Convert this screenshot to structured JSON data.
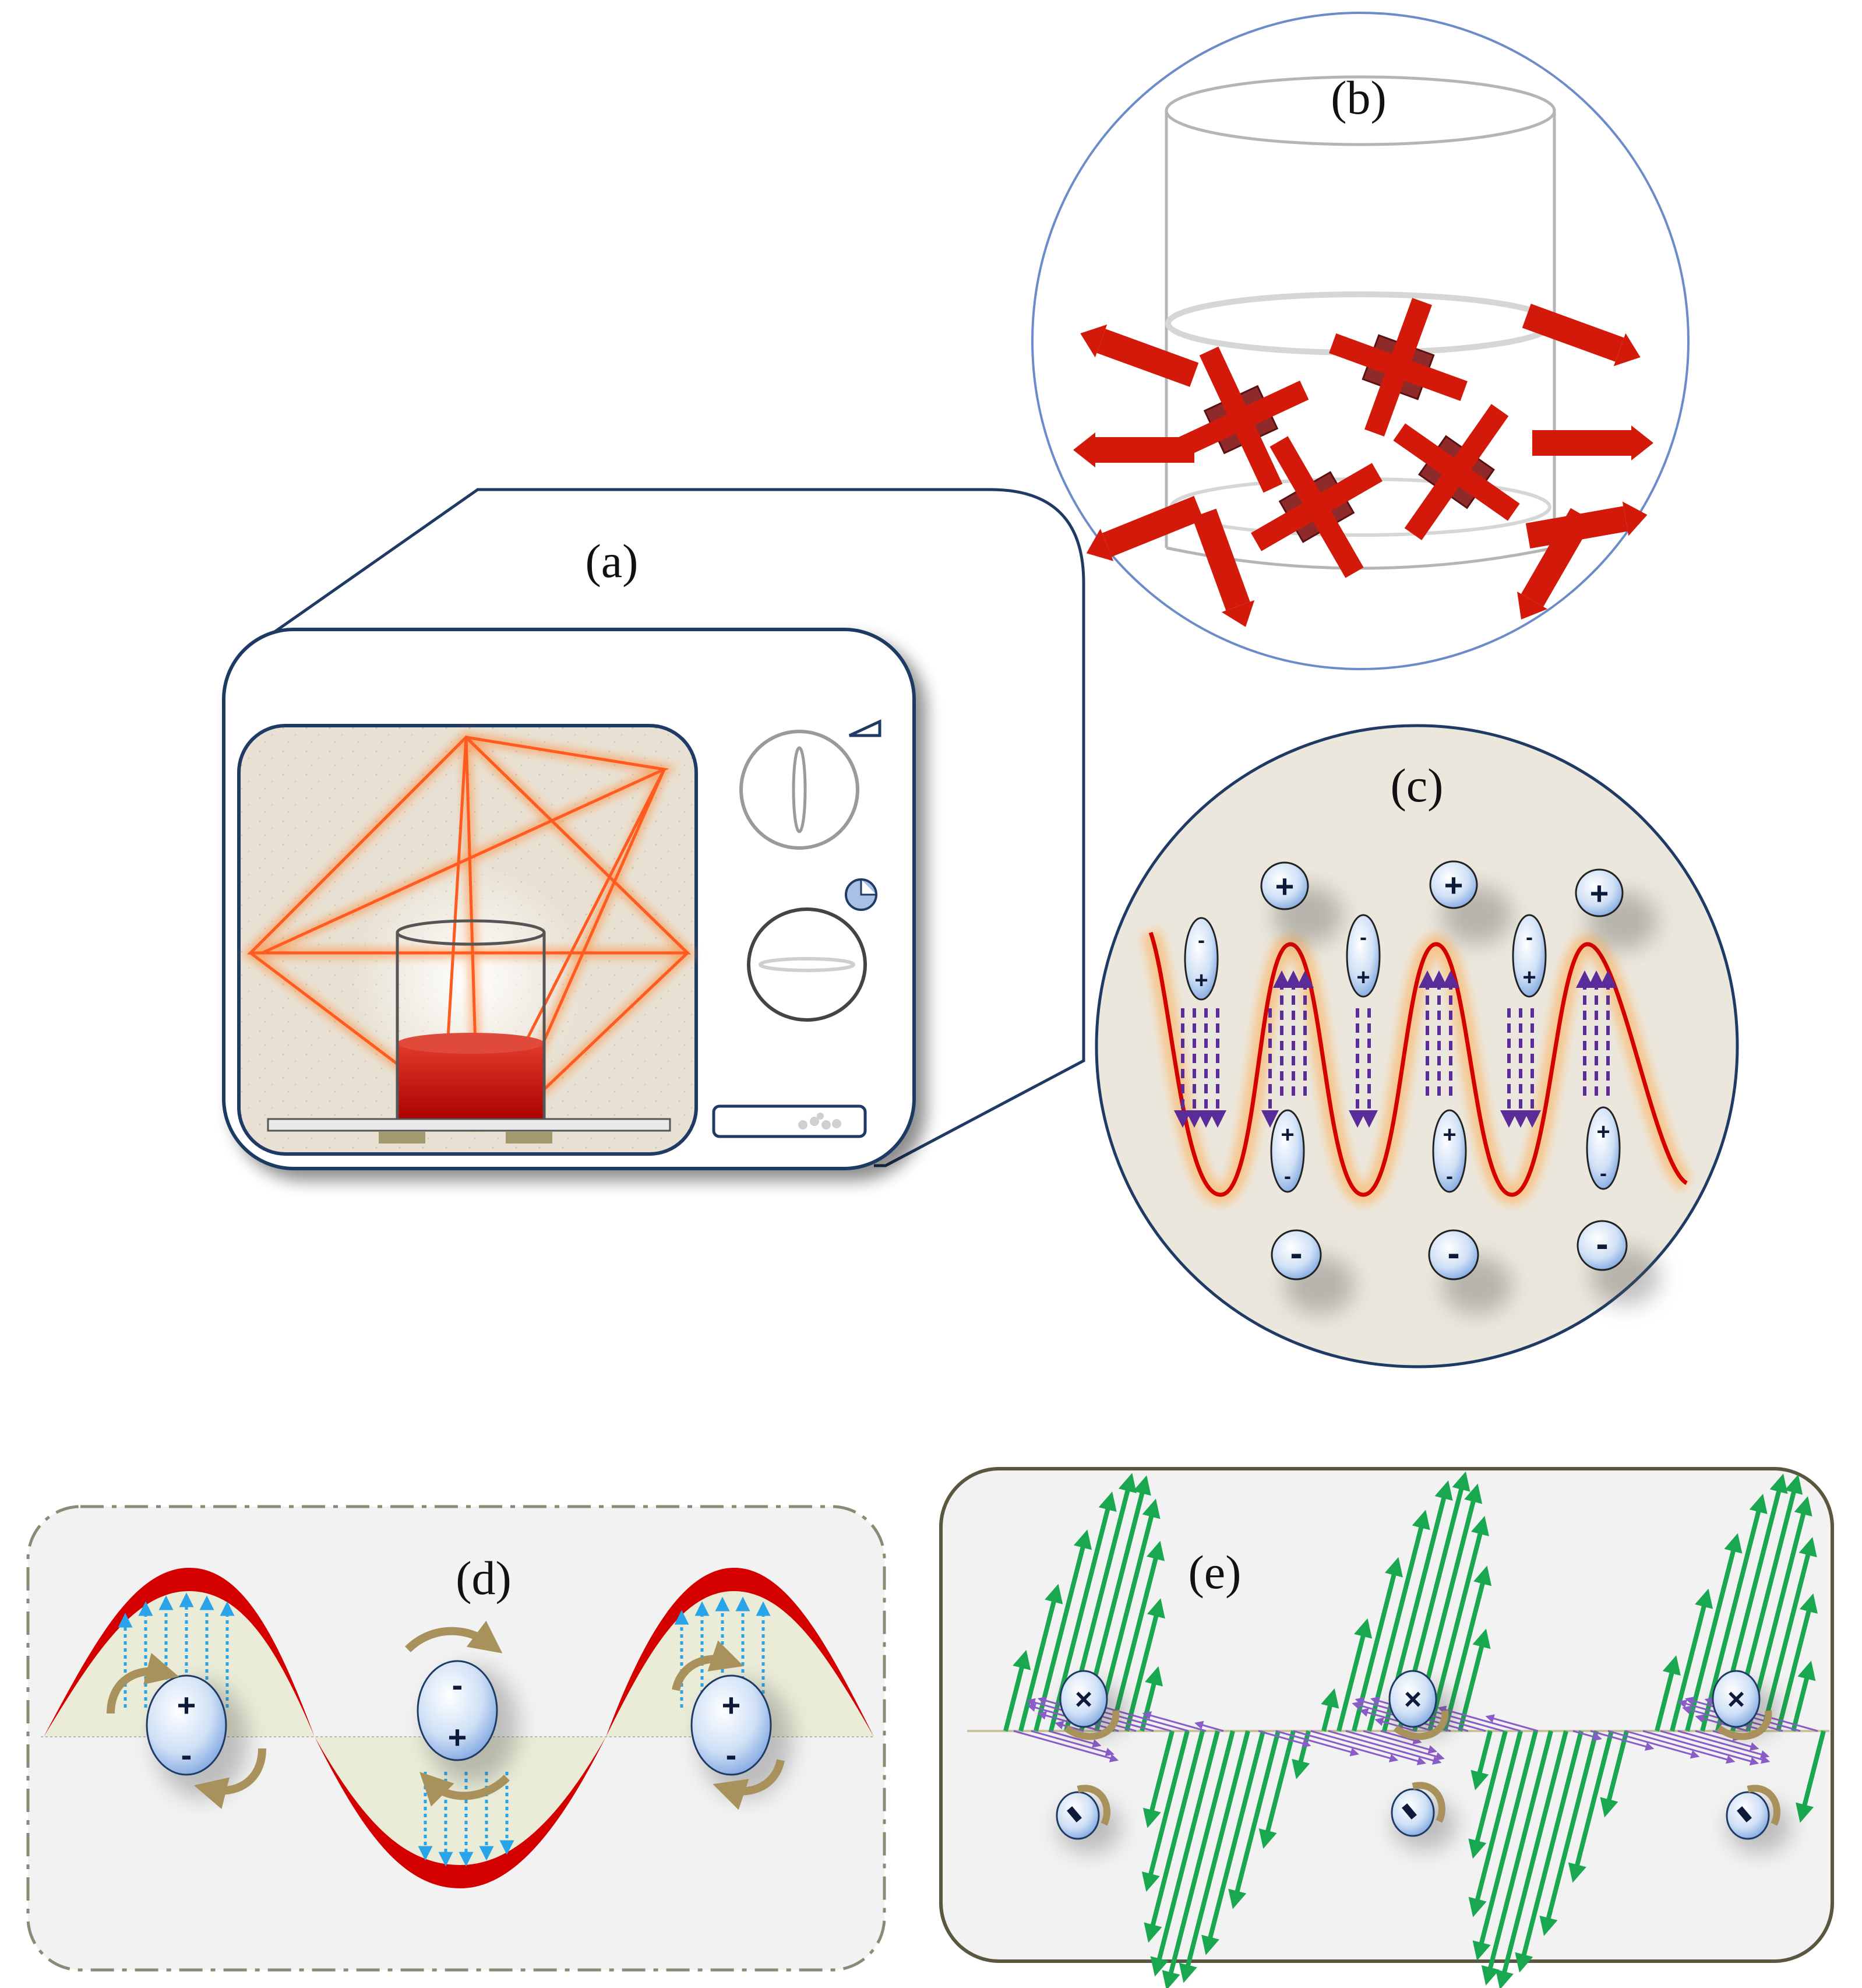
{
  "panels": {
    "a": {
      "label": "(a)"
    },
    "b": {
      "label": "(b)"
    },
    "c": {
      "label": "(c)"
    },
    "d": {
      "label": "(d)"
    },
    "e": {
      "label": "(e)"
    }
  },
  "symbols": {
    "plus": "+",
    "minus": "-",
    "cross": "×"
  },
  "colors": {
    "microwave_ray": "#ff5a1f",
    "wave_red": "#d40000",
    "field_green": "#19a84f",
    "field_purple": "#8a5cc7",
    "dipole_blue": "#7fa6e0",
    "arrow_blue": "#2aa4e8",
    "dipole_arrow_purple": "#5a2c9a",
    "rotation_gold": "#a8915a",
    "outline_navy": "#1f3a64"
  }
}
